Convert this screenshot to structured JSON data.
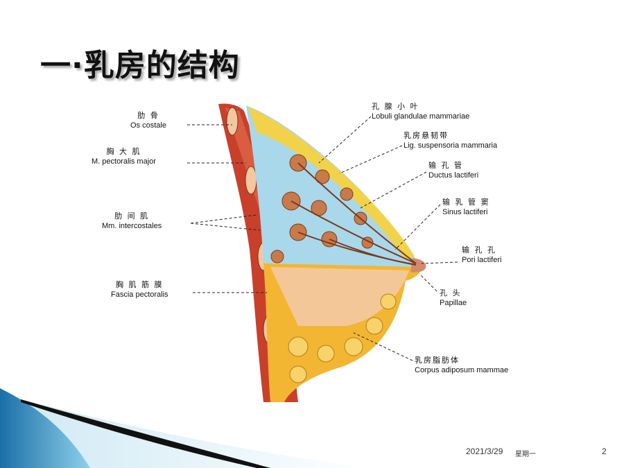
{
  "title": "一·乳房的结构",
  "labels": {
    "rib": {
      "zh": "肋  骨",
      "la": "Os costale"
    },
    "pectoralis": {
      "zh": "胸 大 肌",
      "la": "M. pectoralis major"
    },
    "intercostal": {
      "zh": "肋 间 肌",
      "la": "Mm. intercostales"
    },
    "fascia": {
      "zh": "胸 肌 筋 膜",
      "la": "Fascia pectoralis"
    },
    "lobuli": {
      "zh": "孔 腺 小 叶",
      "la": "Lobuli glandulae mammariae"
    },
    "lig": {
      "zh": "乳房悬韧带",
      "la": "Lig. suspensoria mammaria"
    },
    "ductus": {
      "zh": "输  孔  管",
      "la": "Ductus lactiferi"
    },
    "sinus": {
      "zh": "输 乳 管 窦",
      "la": "Sinus lactiferi"
    },
    "pori": {
      "zh": "输  孔  孔",
      "la": "Pori lactiferi"
    },
    "papillae": {
      "zh": "孔    头",
      "la": "Papillae"
    },
    "corpus": {
      "zh": "乳房脂肪体",
      "la": "Corpus adiposum mammae"
    }
  },
  "footer": {
    "date": "2021/3/29",
    "weekday": "星期一",
    "page": "2"
  },
  "colors": {
    "muscle": "#c8402a",
    "fat": "#f2b632",
    "gland": "#a8d8ea",
    "lobule": "#c97a4a"
  }
}
